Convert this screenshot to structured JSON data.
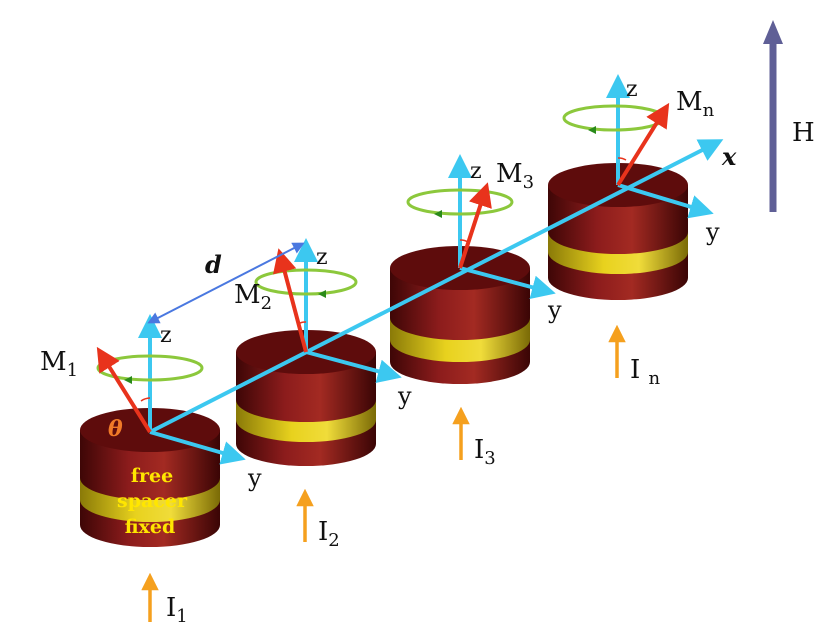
{
  "labels": {
    "field": "H",
    "x_axis": "x",
    "distance": "d",
    "angle": "θ",
    "layer_free": "free",
    "layer_spacer": "spacer",
    "layer_fixed": "fixed",
    "y_axis": "y",
    "z_axis": "z"
  },
  "pillars": [
    {
      "m_main": "M",
      "m_sub": "1",
      "i_main": "I",
      "i_sub": "1"
    },
    {
      "m_main": "M",
      "m_sub": "2",
      "i_main": "I",
      "i_sub": "2"
    },
    {
      "m_main": "M",
      "m_sub": "3",
      "i_main": "I",
      "i_sub": "3"
    },
    {
      "m_main": "M",
      "m_sub": "n",
      "i_main": "I ",
      "i_sub": "n"
    }
  ],
  "colors": {
    "pillar_body": "#7a1414",
    "pillar_top": "#5e0c0c",
    "spacer_band": "#d8c21a",
    "axis": "#3cc8f0",
    "magnetization": "#e8331c",
    "precession": "#8cc83c",
    "current": "#f5a01e",
    "field": "#5f5f96",
    "distance": "#4a78e0"
  }
}
